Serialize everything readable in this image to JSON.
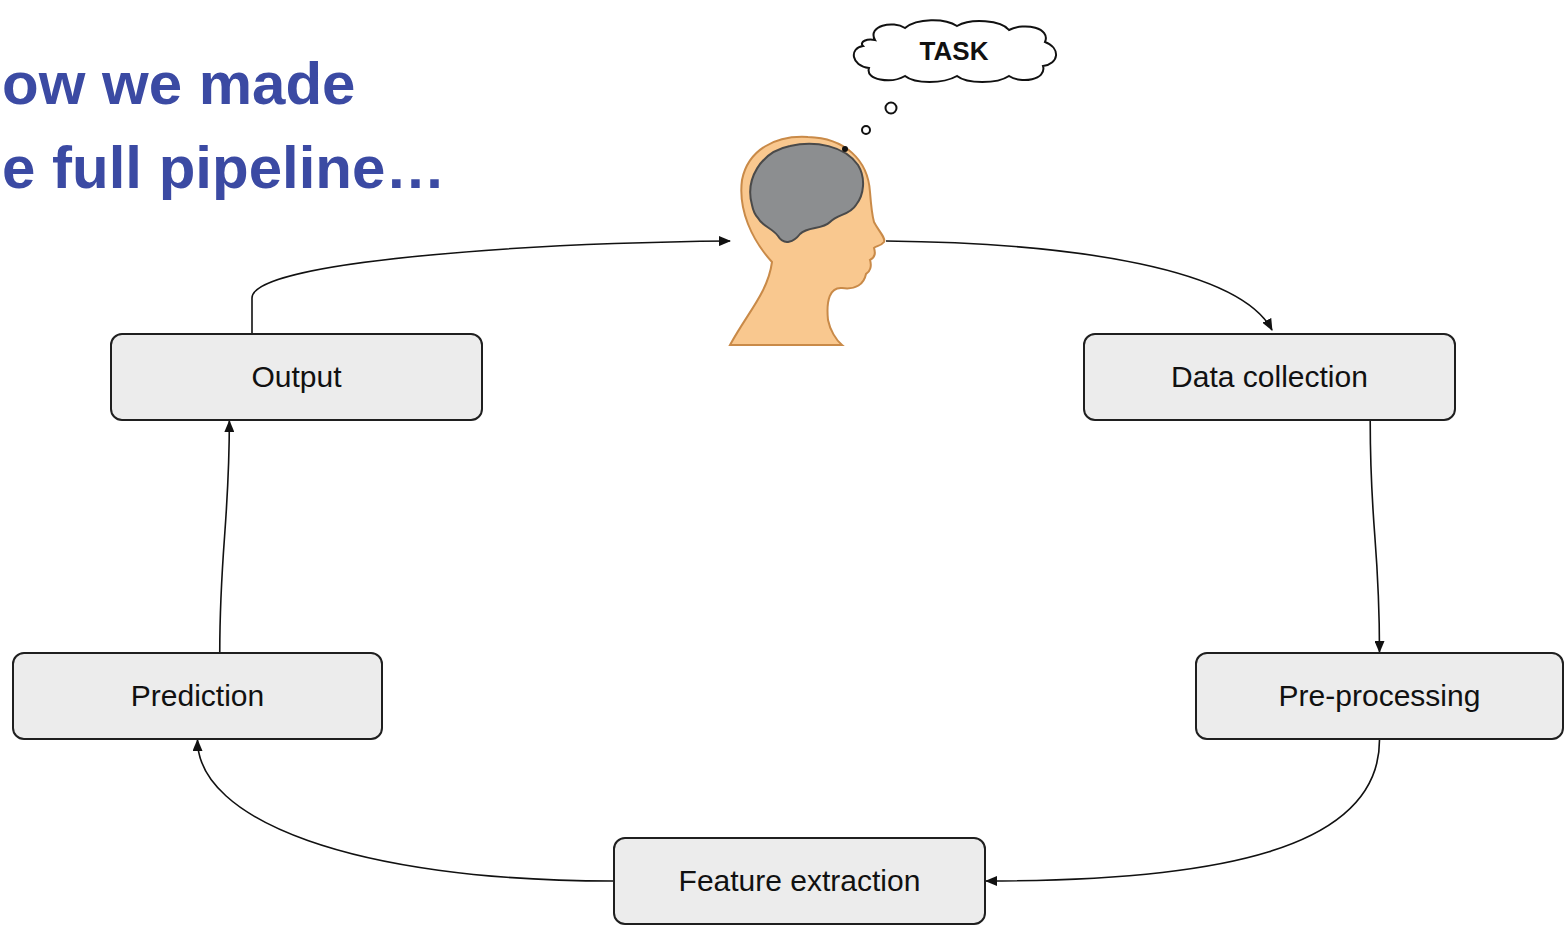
{
  "diagram": {
    "title": "ow we made e full pipeline…",
    "nodes": [
      {
        "text": [
          "TASK"
        ]
      },
      {
        "text": [
          "Output"
        ]
      },
      {
        "text": [
          "Data collection"
        ]
      },
      {
        "text": [
          "Prediction"
        ]
      },
      {
        "text": [
          "Pre-processing"
        ]
      },
      {
        "text": [
          "Feature extraction"
        ]
      }
    ],
    "edges": [
      {
        "from": 2,
        "to": 4,
        "arrow": "to"
      },
      {
        "from": 4,
        "to": 5,
        "arrow": "to"
      },
      {
        "from": 5,
        "to": 3,
        "arrow": "to"
      },
      {
        "from": 3,
        "to": 1,
        "arrow": "to"
      }
    ]
  }
}
